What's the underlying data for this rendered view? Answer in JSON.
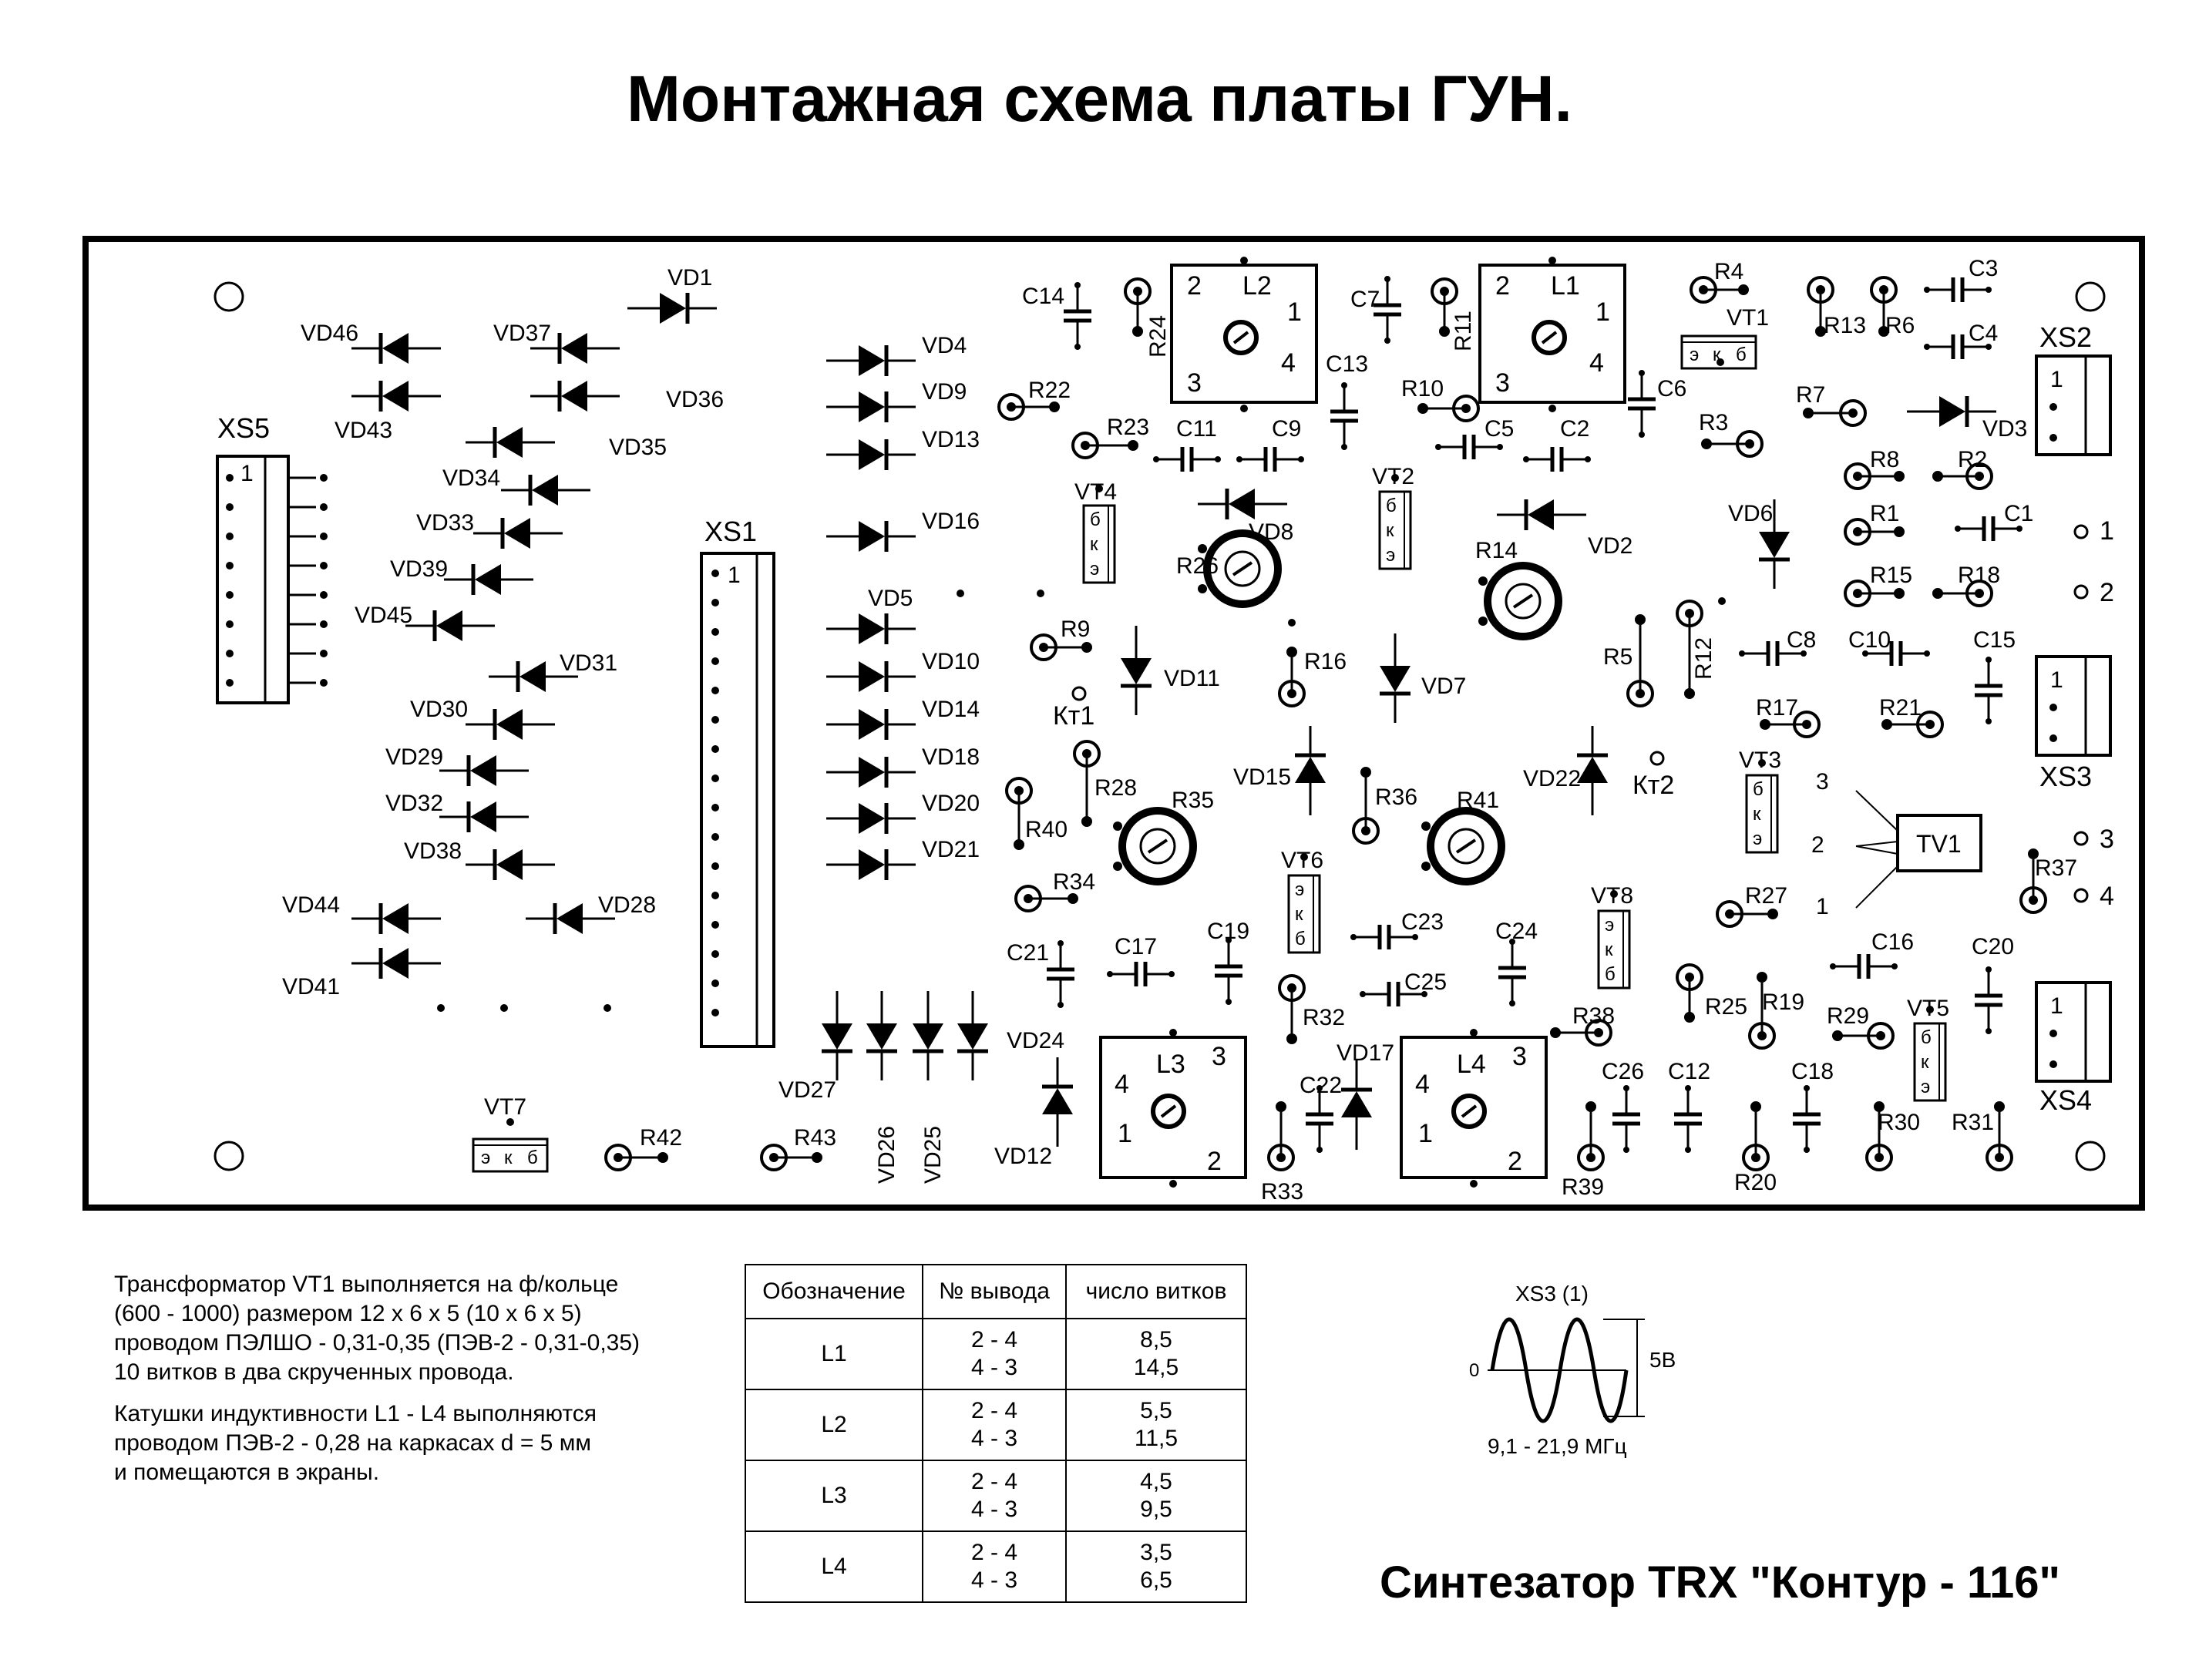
{
  "title": "Монтажная схема платы ГУН.",
  "footer_title": "Синтезатор TRX \"Контур - 116\"",
  "notes": [
    "Трансформатор VT1 выполняется на ф/кольце\n(600 - 1000) размером 12 х 6 х 5 (10 х 6 х 5)\nпроводом ПЭЛШО - 0,31-0,35 (ПЭВ-2 - 0,31-0,35)\n10 витков в два скрученных провода.",
    "Катушки индуктивности L1 - L4 выполняются\nпроводом ПЭВ-2 - 0,28 на каркасах d = 5 мм\nи помещаются в экраны."
  ],
  "table": {
    "headers": [
      "Обозначение",
      "№ вывода",
      "число витков"
    ],
    "rows": [
      {
        "name": "L1",
        "pins": "2 - 4\n4 - 3",
        "turns": "8,5\n14,5"
      },
      {
        "name": "L2",
        "pins": "2 - 4\n4 - 3",
        "turns": "5,5\n11,5"
      },
      {
        "name": "L3",
        "pins": "2 - 4\n4 - 3",
        "turns": "4,5\n9,5"
      },
      {
        "name": "L4",
        "pins": "2 - 4\n4 - 3",
        "turns": "3,5\n6,5"
      }
    ]
  },
  "waveform": {
    "label": "XS3 (1)",
    "zero": "0",
    "amplitude": "5В",
    "freq": "9,1 - 21,9 МГц"
  },
  "board": {
    "connectors": {
      "xs5": "XS5",
      "xs1": "XS1",
      "xs2": "XS2",
      "xs3": "XS3",
      "xs4": "XS4",
      "pin1": "1"
    },
    "coils": [
      {
        "name": "L2",
        "pins": [
          "2",
          "1",
          "3",
          "4"
        ]
      },
      {
        "name": "L1",
        "pins": [
          "2",
          "1",
          "3",
          "4"
        ]
      },
      {
        "name": "L3",
        "pins": [
          "3",
          "4",
          "1",
          "2"
        ]
      },
      {
        "name": "L4",
        "pins": [
          "3",
          "4",
          "1",
          "2"
        ]
      }
    ],
    "diodes": [
      "VD1",
      "VD46",
      "VD37",
      "VD43",
      "VD36",
      "VD35",
      "VD34",
      "VD33",
      "VD39",
      "VD45",
      "VD31",
      "VD30",
      "VD29",
      "VD32",
      "VD38",
      "VD44",
      "VD28",
      "VD41",
      "VD4",
      "VD9",
      "VD13",
      "VD16",
      "VD5",
      "VD10",
      "VD14",
      "VD18",
      "VD20",
      "VD21",
      "VD27",
      "VD26",
      "VD25",
      "VD24",
      "VD12",
      "VD11",
      "VD8",
      "VD15",
      "VD7",
      "VD2",
      "VD22",
      "VD17",
      "VD6",
      "VD3"
    ],
    "resistors": [
      "R24",
      "R22",
      "R23",
      "R11",
      "R10",
      "R4",
      "R13",
      "R6",
      "R7",
      "R3",
      "R8",
      "R2",
      "R1",
      "R15",
      "R18",
      "R9",
      "R16",
      "R14",
      "R26",
      "R5",
      "R12",
      "R17",
      "R21",
      "R28",
      "R40",
      "R35",
      "R36",
      "R41",
      "R34",
      "R27",
      "R37",
      "R32",
      "R33",
      "R38",
      "R25",
      "R19",
      "R29",
      "R30",
      "R31",
      "R39",
      "R20",
      "R42",
      "R43"
    ],
    "capacitors": [
      "C14",
      "C7",
      "C13",
      "C6",
      "C3",
      "C4",
      "C11",
      "C9",
      "C5",
      "C2",
      "C1",
      "C8",
      "C10",
      "C15",
      "C21",
      "C17",
      "C19",
      "C23",
      "C24",
      "C16",
      "C20",
      "C25",
      "C22",
      "C26",
      "C12",
      "C18"
    ],
    "transistors": [
      {
        "name": "VT1",
        "pins": [
          "э",
          "к",
          "б"
        ]
      },
      {
        "name": "VT4",
        "pins": [
          "б",
          "к",
          "э"
        ]
      },
      {
        "name": "VT2",
        "pins": [
          "б",
          "к",
          "э"
        ]
      },
      {
        "name": "VT6",
        "pins": [
          "э",
          "к",
          "б"
        ]
      },
      {
        "name": "VT8",
        "pins": [
          "э",
          "к",
          "б"
        ]
      },
      {
        "name": "VT3",
        "pins": [
          "б",
          "к",
          "э"
        ]
      },
      {
        "name": "VT5",
        "pins": [
          "б",
          "к",
          "э"
        ]
      },
      {
        "name": "VT7",
        "pins": [
          "э",
          "к",
          "б"
        ]
      }
    ],
    "test_points": [
      "Кт1",
      "Кт2"
    ],
    "transformer": {
      "name": "TV1",
      "pins": [
        "3",
        "2",
        "1"
      ]
    },
    "terminals": [
      "1",
      "2",
      "3",
      "4"
    ]
  }
}
